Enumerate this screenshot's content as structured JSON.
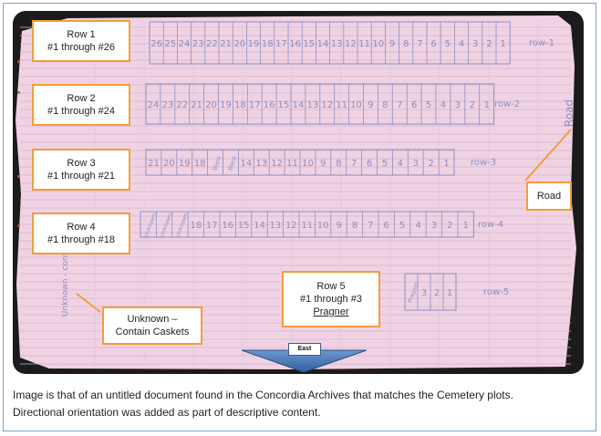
{
  "callouts": {
    "row1": {
      "title": "Row 1",
      "range": "#1 through #26"
    },
    "row2": {
      "title": "Row 2",
      "range": "#1 through #24"
    },
    "row3": {
      "title": "Row 3",
      "range": "#1 through #21"
    },
    "row4": {
      "title": "Row 4",
      "range": "#1 through #18"
    },
    "row5": {
      "title": "Row 5",
      "range": "#1 through #3",
      "note": "Pragner"
    },
    "unknown": {
      "line1": "Unknown –",
      "line2": "Contain Caskets"
    },
    "road": {
      "label": "Road"
    }
  },
  "direction": {
    "label": "East"
  },
  "caption": {
    "line1": "Image is that of an untitled document found in the Concordia Archives that matches the Cemetery plots.",
    "line2": "Directional orientation was added as part of descriptive content."
  },
  "handwritten": {
    "row1": {
      "label": "row-1",
      "plots": [
        "26",
        "25",
        "24",
        "23",
        "22",
        "21",
        "20",
        "19",
        "18",
        "17",
        "16",
        "15",
        "14",
        "13",
        "12",
        "11",
        "10",
        "9",
        "8",
        "7",
        "6",
        "5",
        "4",
        "3",
        "2",
        "1"
      ]
    },
    "row2": {
      "label": "row-2",
      "plots": [
        "24",
        "23",
        "22",
        "21",
        "20",
        "19",
        "18",
        "17",
        "16",
        "15",
        "14",
        "13",
        "12",
        "11",
        "10",
        "9",
        "8",
        "7",
        "6",
        "5",
        "4",
        "3",
        "2",
        "1"
      ]
    },
    "row3": {
      "label": "row-3",
      "plots": [
        "21",
        "20",
        "19",
        "18",
        "Blank",
        "Blank",
        "14",
        "13",
        "12",
        "11",
        "10",
        "9",
        "8",
        "7",
        "6",
        "5",
        "4",
        "3",
        "2",
        "1"
      ]
    },
    "row4": {
      "label": "row-4",
      "plots": [
        "Unknown",
        "Unknown",
        "Unknown",
        "18",
        "17",
        "16",
        "15",
        "14",
        "13",
        "12",
        "11",
        "10",
        "9",
        "8",
        "7",
        "6",
        "5",
        "4",
        "3",
        "2",
        "1"
      ]
    },
    "row5": {
      "label": "row-5",
      "plots": [
        "Pragner",
        "3",
        "2",
        "1"
      ]
    },
    "road": "Road",
    "unknown_side": "Unknown - cont"
  },
  "colors": {
    "callout_border": "#f39c3a",
    "paper": "#f1d2e2",
    "ink": "#8b8fc0",
    "arrow": "#4a7ab8"
  }
}
